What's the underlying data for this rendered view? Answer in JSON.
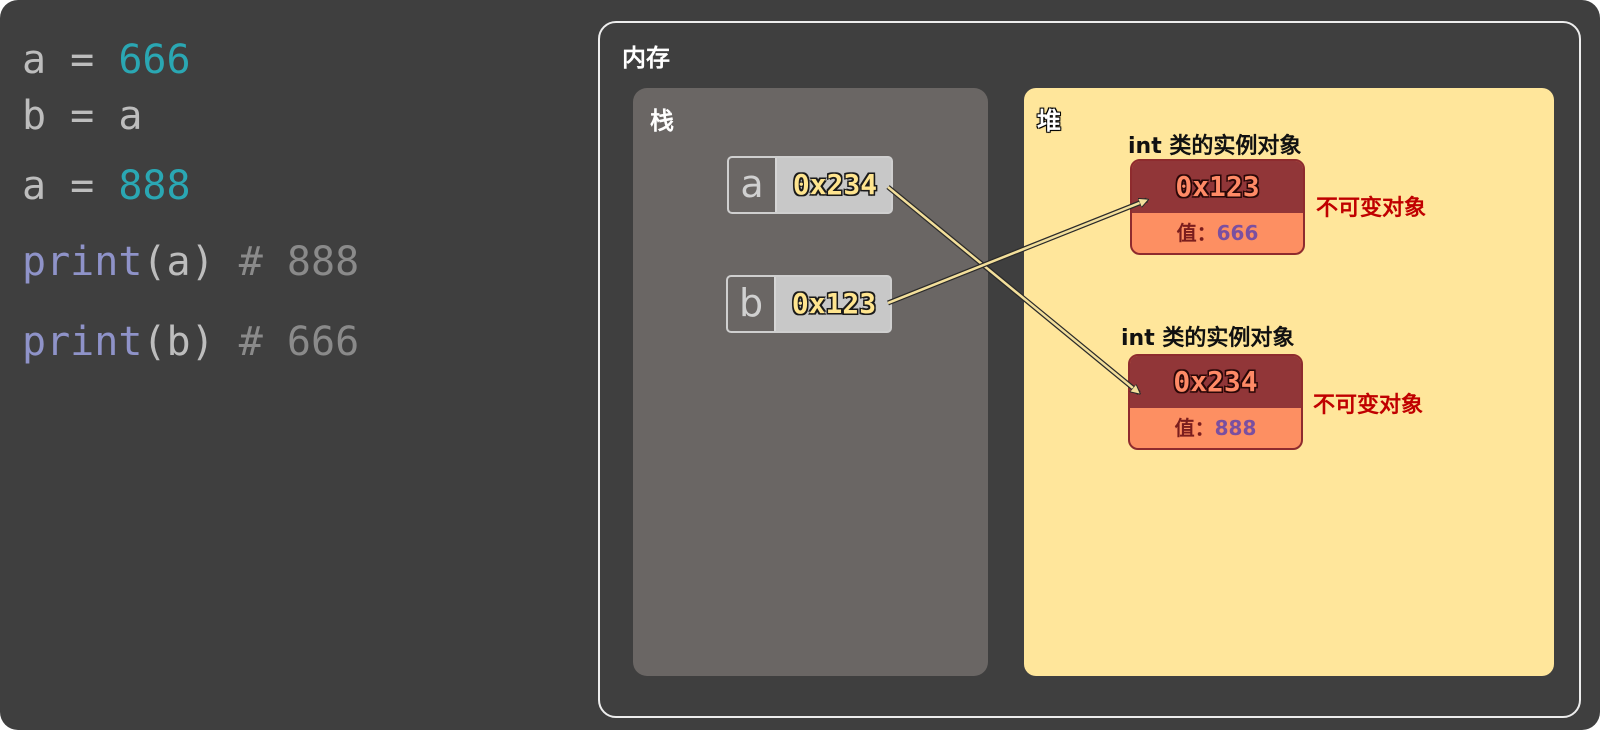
{
  "code": {
    "line1": {
      "var": "a",
      "op": " = ",
      "num": "666"
    },
    "line2": {
      "text": "b = a"
    },
    "line3": {
      "var": "a",
      "op": " = ",
      "num": "888"
    },
    "line4": {
      "fn": "print",
      "args": "(a) ",
      "comment": "# 888"
    },
    "line5": {
      "fn": "print",
      "args": "(b) ",
      "comment": "# 666"
    }
  },
  "memory": {
    "title": "内存",
    "stack": {
      "title": "栈",
      "vars": [
        {
          "name": "a",
          "addr": "0x234"
        },
        {
          "name": "b",
          "addr": "0x123"
        }
      ]
    },
    "heap": {
      "title": "堆",
      "objects": [
        {
          "label": "int 类的实例对象",
          "addr": "0x123",
          "value_label": "值：",
          "value": "666",
          "tag": "不可变对象"
        },
        {
          "label": "int 类的实例对象",
          "addr": "0x234",
          "value_label": "值：",
          "value": "888",
          "tag": "不可变对象"
        }
      ]
    }
  },
  "colors": {
    "background": "#3f3f3f",
    "number": "#2aa7b3",
    "function": "#8f93c9",
    "comment": "#8a8a8a",
    "stack_bg": "#6a6664",
    "heap_bg": "#ffe69b",
    "object_header": "#913638",
    "object_body": "#fd8f62",
    "arrow": "#f3df9b",
    "immutable_tag": "#c00000"
  }
}
